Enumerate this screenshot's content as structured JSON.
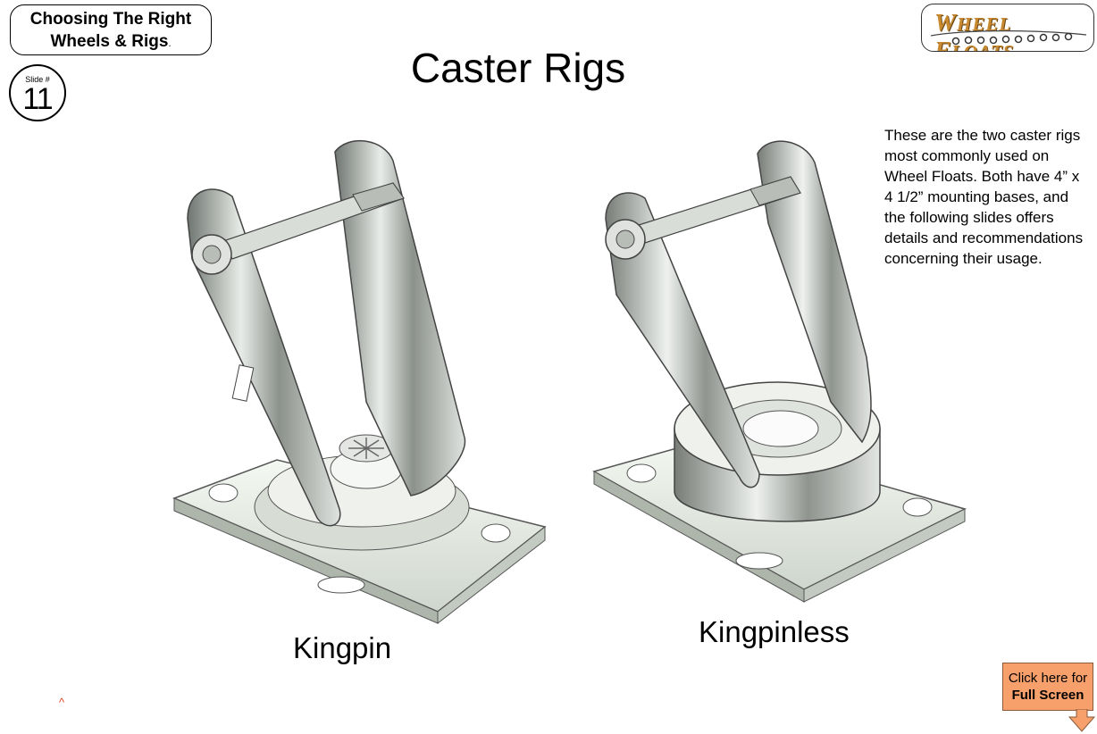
{
  "header": {
    "topic_line1": "Choosing The Right",
    "topic_line2": "Wheels & Rigs",
    "topic_suffix": ".",
    "slide_label": "Slide #",
    "slide_number": "11",
    "title": "Caster Rigs"
  },
  "logo": {
    "name_first_initial": "W",
    "name_first_rest": "HEEL",
    "name_second_initial": "F",
    "name_second_rest": "LOATS"
  },
  "description": "These are the two caster rigs most commonly used on Wheel Floats.  Both have 4” x 4 1/2” mounting bases, and the following slides offers details and recommendations concerning their usage.",
  "rigs": {
    "kingpin_label": "Kingpin",
    "kingpinless_label": "Kingpinless"
  },
  "footer": {
    "caret": "^",
    "fullscreen_line1": "Click here for",
    "fullscreen_line2": "Full Screen"
  },
  "colors": {
    "button_fill": "#f7a06b",
    "logo_text": "#c9892e",
    "caret": "#e04020"
  }
}
